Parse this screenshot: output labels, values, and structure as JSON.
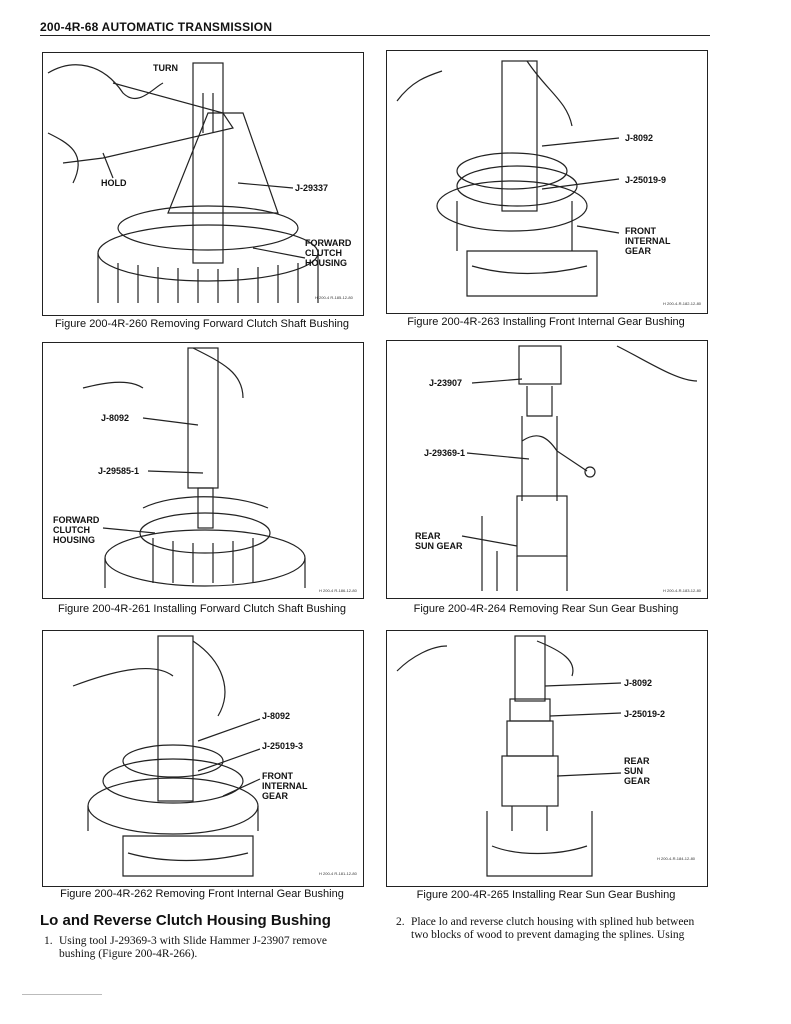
{
  "header": {
    "title": "200-4R-68  AUTOMATIC TRANSMISSION"
  },
  "figures": [
    {
      "caption": "Figure 200-4R-260 Removing Forward Clutch Shaft Bushing",
      "labels": {
        "turn": "TURN",
        "hold": "HOLD",
        "tool": "J-29337",
        "housing": "FORWARD\nCLUTCH\nHOUSING"
      },
      "code": "H 200-4 R-185-12-80"
    },
    {
      "caption": "Figure 200-4R-263 Installing Front Internal Gear Bushing",
      "labels": {
        "tool1": "J-8092",
        "tool2": "J-25019-9",
        "gear": "FRONT\nINTERNAL\nGEAR"
      },
      "code": "H 200-4-R-182-12-80"
    },
    {
      "caption": "Figure 200-4R-261 Installing Forward Clutch Shaft Bushing",
      "labels": {
        "tool1": "J-8092",
        "tool2": "J-29585-1",
        "housing": "FORWARD\nCLUTCH\nHOUSING"
      },
      "code": "H 200-4 R-186-12-80"
    },
    {
      "caption": "Figure 200-4R-264 Removing Rear Sun Gear Bushing",
      "labels": {
        "tool1": "J-23907",
        "tool2": "J-29369-1",
        "gear": "REAR\nSUN GEAR"
      },
      "code": "H 200-4-R-183-12-80"
    },
    {
      "caption": "Figure 200-4R-262 Removing Front Internal Gear Bushing",
      "labels": {
        "tool1": "J-8092",
        "tool2": "J-25019-3",
        "gear": "FRONT\nINTERNAL\nGEAR"
      },
      "code": "H 200-4 R-181-12-80"
    },
    {
      "caption": "Figure 200-4R-265 Installing Rear Sun Gear Bushing",
      "labels": {
        "tool1": "J-8092",
        "tool2": "J-25019-2",
        "gear": "REAR\nSUN\nGEAR"
      },
      "code": "H 200-4-R-184-12-80"
    }
  ],
  "section": {
    "heading": "Lo and Reverse Clutch Housing Bushing",
    "step1_num": "1.",
    "step1_text": "Using tool J-29369-3 with Slide Hammer J-23907 remove\nbushing (Figure 200-4R-266).",
    "step2_num": "2.",
    "step2_text": "Place lo and reverse clutch housing with splined hub between\ntwo blocks of wood to prevent damaging the splines. Using"
  }
}
